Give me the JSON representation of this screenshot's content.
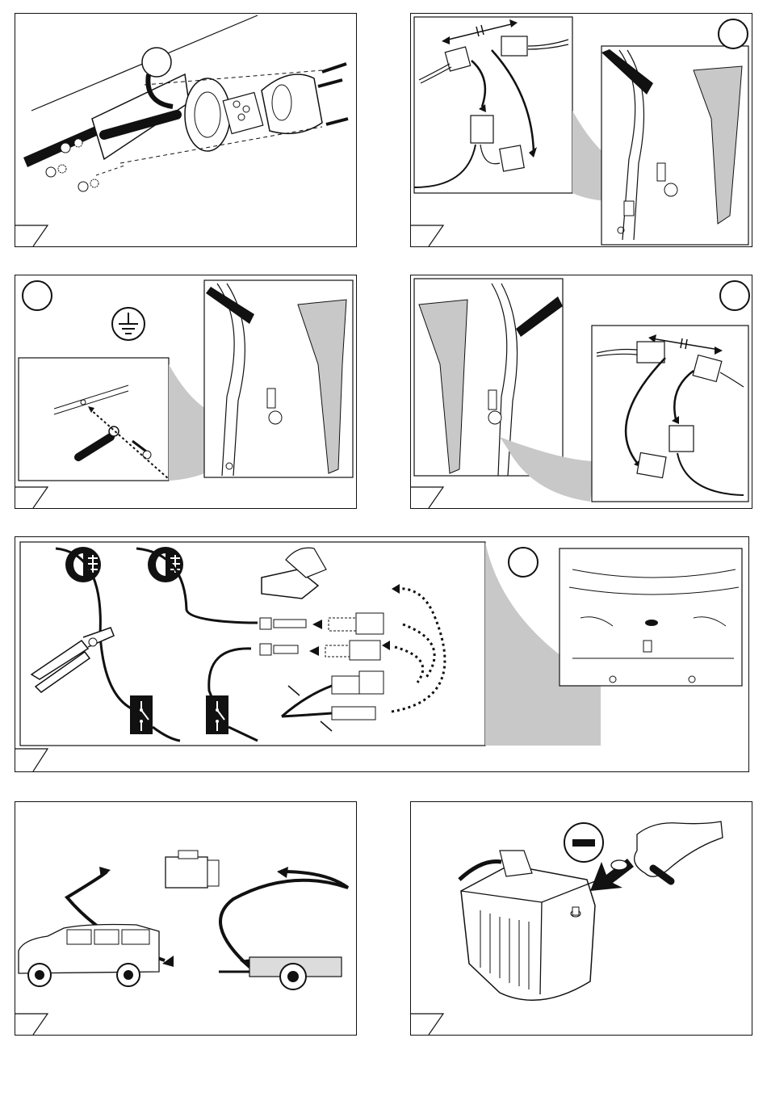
{
  "document": {
    "panels": [
      {
        "id": "tow-ball-socket-assembly"
      },
      {
        "id": "connector-splice-rear-light"
      },
      {
        "id": "ground-point"
      },
      {
        "id": "connector-splice-left-light"
      },
      {
        "id": "fog-light-wiring"
      },
      {
        "id": "vehicle-trailer"
      },
      {
        "id": "battery-disconnect"
      }
    ]
  },
  "colors": {
    "line": "#111111",
    "shade": "#c8c8c8",
    "background": "#ffffff"
  },
  "icons": [
    "ground-symbol-icon",
    "fog-light-icon",
    "switch-icon",
    "minus-sign-icon",
    "arrow-icon"
  ]
}
